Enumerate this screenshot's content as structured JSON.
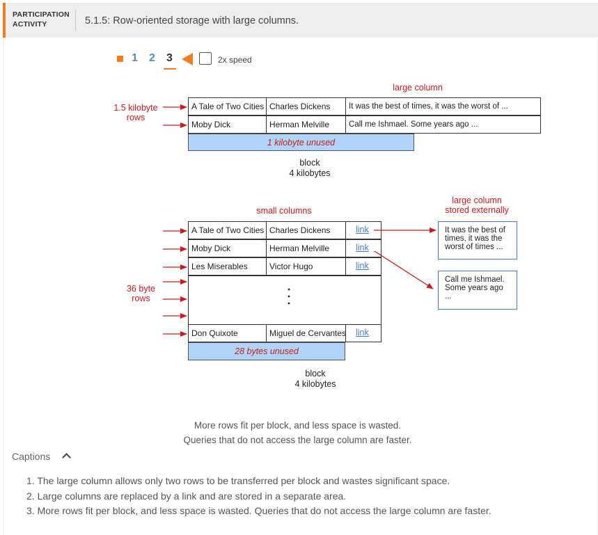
{
  "header": {
    "label_line1": "PARTICIPATION",
    "label_line2": "ACTIVITY",
    "title": "5.1.5: Row-oriented storage with large columns."
  },
  "controls": {
    "steps": [
      "1",
      "2",
      "3"
    ],
    "active_step": "3",
    "speed_label": "2x speed",
    "accent_color": "#ef7d22"
  },
  "diagram1": {
    "large_column_label": "large column",
    "row_size_label_line1": "1.5 kilobyte",
    "row_size_label_line2": "rows",
    "rows": [
      {
        "title": "A Tale of Two Cities",
        "author": "Charles Dickens",
        "text": "It was the best of times, it was the worst of ..."
      },
      {
        "title": "Moby Dick",
        "author": "Herman Melville",
        "text": "Call me Ishmael. Some years ago ..."
      }
    ],
    "unused_label": "1 kilobyte unused",
    "block_label_line1": "block",
    "block_label_line2": "4 kilobytes"
  },
  "diagram2": {
    "small_columns_label": "small columns",
    "external_label_line1": "large column",
    "external_label_line2": "stored externally",
    "row_size_label_line1": "36 byte",
    "row_size_label_line2": "rows",
    "link_text": "link",
    "rows": [
      {
        "title": "A Tale of Two Cities",
        "author": "Charles Dickens"
      },
      {
        "title": "Moby Dick",
        "author": "Herman Melville"
      },
      {
        "title": "Les Miserables",
        "author": "Victor Hugo"
      },
      {
        "title": "Don Quixote",
        "author": "Miguel de Cervantes"
      }
    ],
    "external_texts": [
      "It was the best of times, it was the worst of times ...",
      "Call me Ishmael. Some years ago ..."
    ],
    "unused_label": "28 bytes unused",
    "block_label_line1": "block",
    "block_label_line2": "4 kilobytes"
  },
  "summary": {
    "line1": "More rows fit per block, and less space is wasted.",
    "line2": "Queries that do not access the large column are faster."
  },
  "captions": {
    "header": "Captions",
    "items": [
      "1. The large column allows only two rows to be transferred per block and wastes significant space.",
      "2. Large columns are replaced by a link and are stored in a separate area.",
      "3. More rows fit per block, and less space is wasted. Queries that do not access the large column are faster."
    ]
  }
}
